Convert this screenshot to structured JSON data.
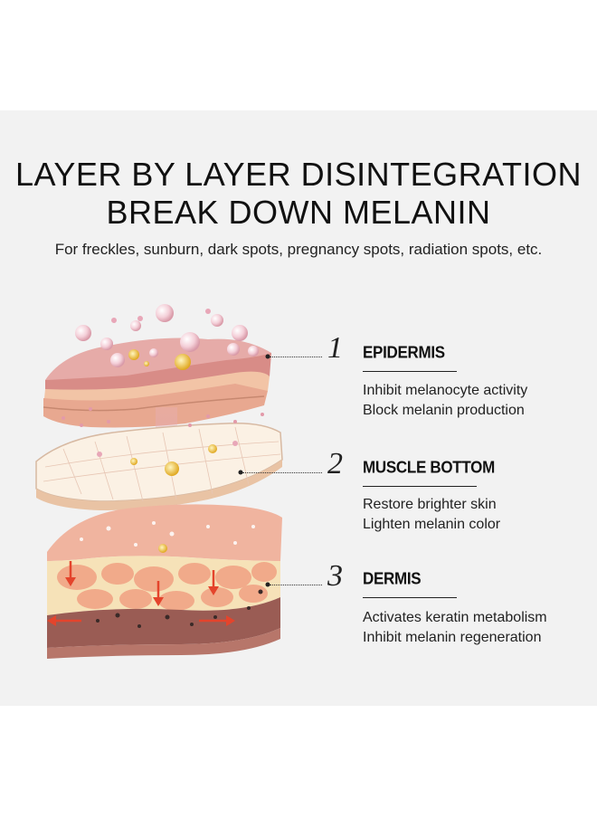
{
  "header": {
    "title_line1": "LAYER BY LAYER DISINTEGRATION",
    "title_line2": "BREAK DOWN MELANIN",
    "subtitle": "For freckles, sunburn, dark spots, pregnancy spots, radiation spots, etc."
  },
  "layers": [
    {
      "number": "1",
      "name": "EPIDERMIS",
      "desc_line1": "Inhibit melanocyte activity",
      "desc_line2": "Block melanin production"
    },
    {
      "number": "2",
      "name": "MUSCLE BOTTOM",
      "desc_line1": "Restore brighter skin",
      "desc_line2": "Lighten melanin color"
    },
    {
      "number": "3",
      "name": "DERMIS",
      "desc_line1": "Activates keratin metabolism",
      "desc_line2": "Inhibit melanin regeneration"
    }
  ],
  "colors": {
    "background": "#f2f2f2",
    "skin_top": "#e9a3a0",
    "skin_mid": "#f0c8b0",
    "dermis_cells": "#f3b49a",
    "dermis_base": "#9a5a52",
    "arrow_red": "#e4442c",
    "bubble": "#f5d4dc"
  }
}
